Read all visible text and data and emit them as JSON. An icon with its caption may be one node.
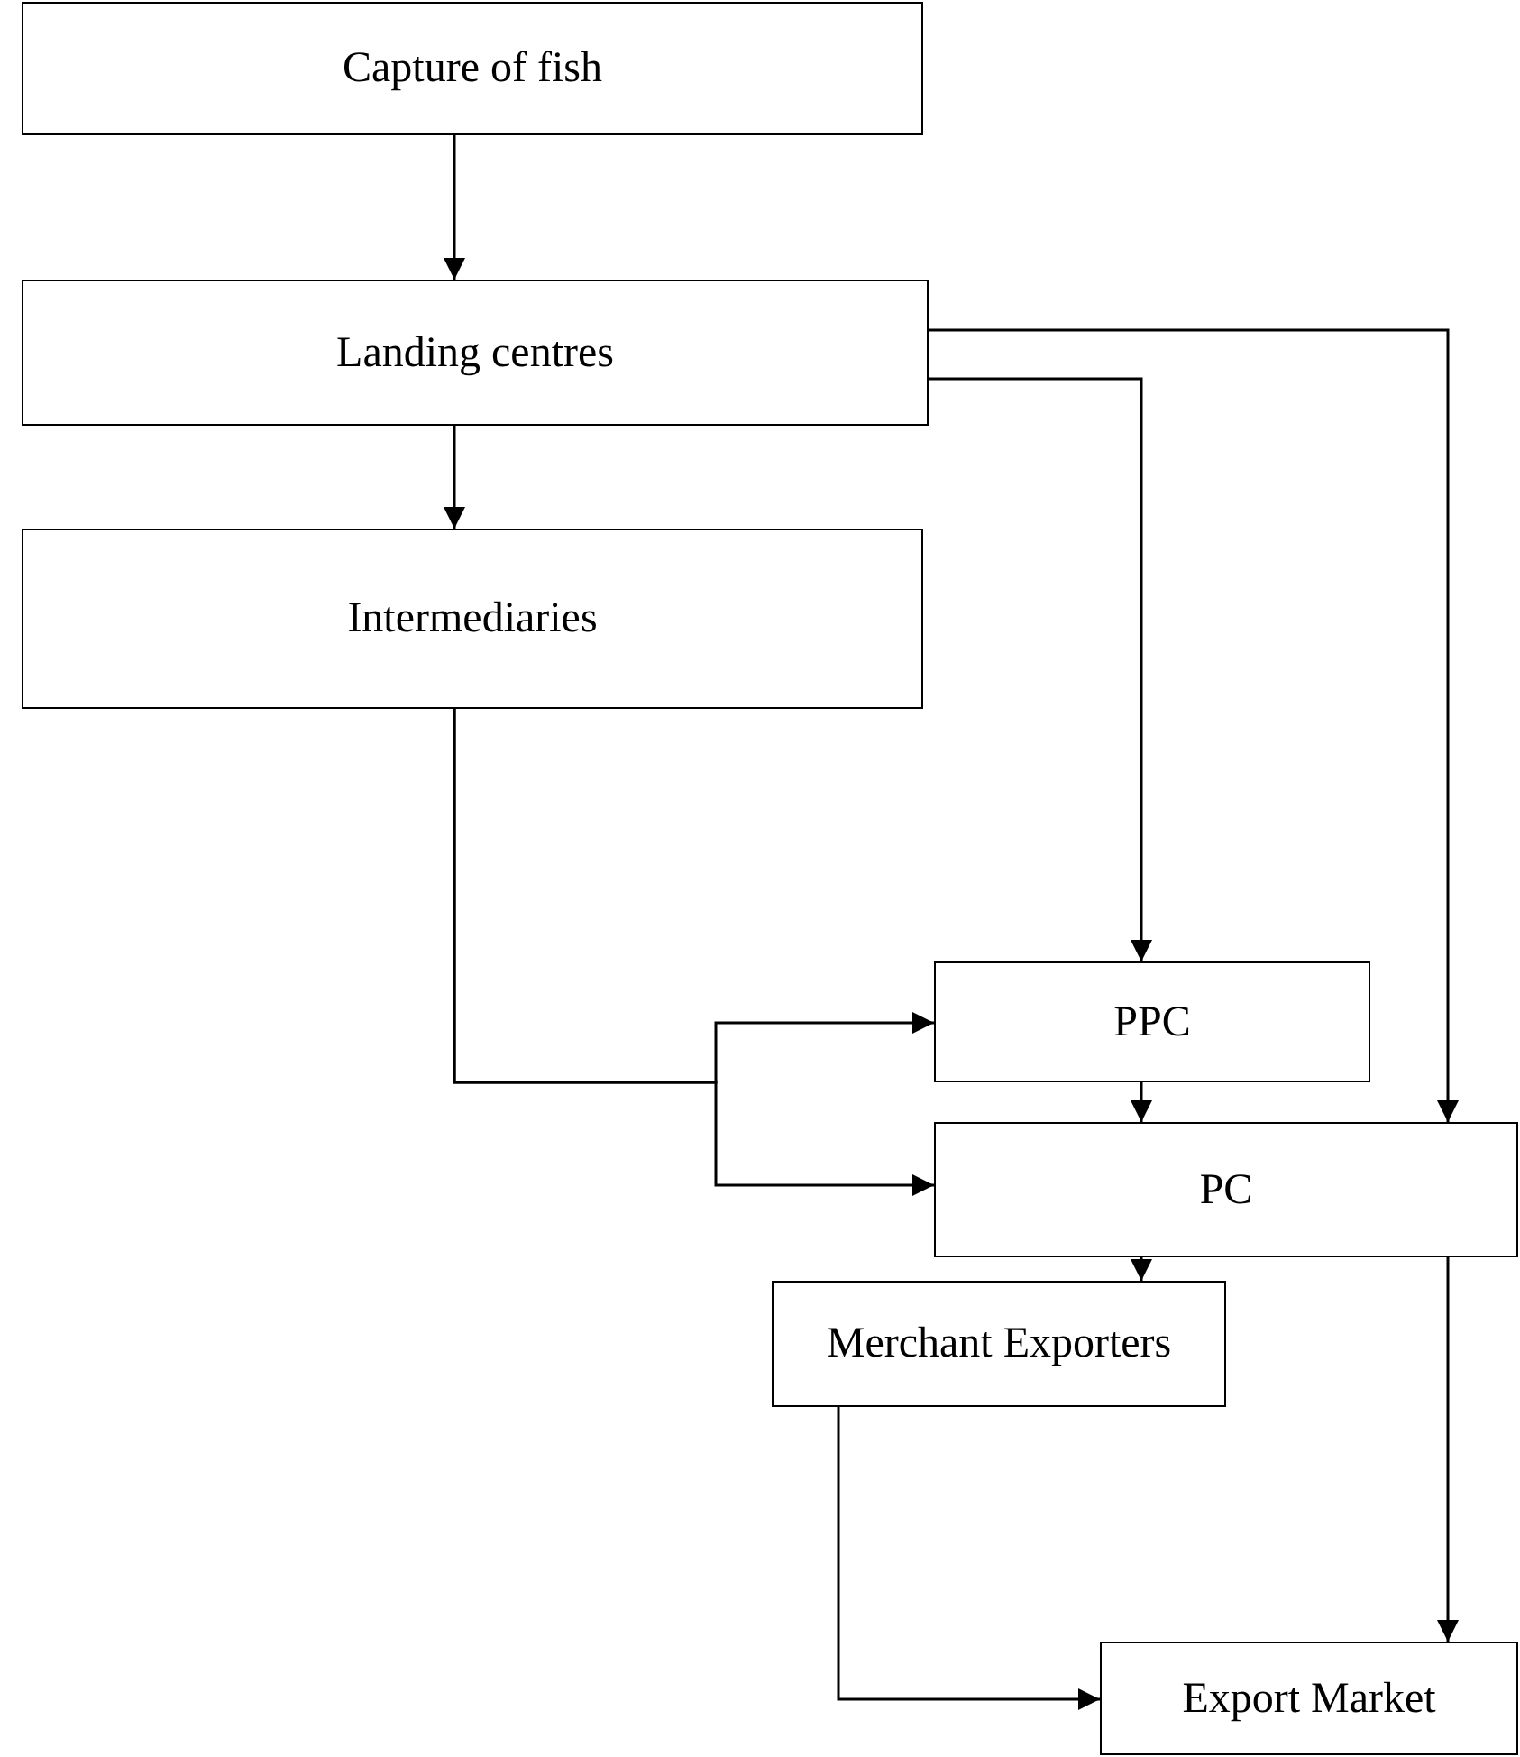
{
  "diagram": {
    "nodes": [
      {
        "text": [
          "Capture of fish"
        ]
      },
      {
        "text": [
          "Landing centres"
        ]
      },
      {
        "text": [
          "Intermediaries"
        ]
      },
      {
        "text": [
          "PPC"
        ]
      },
      {
        "text": [
          "PC"
        ]
      },
      {
        "text": [
          "Merchant Exporters"
        ]
      },
      {
        "text": [
          "Export Market"
        ]
      }
    ],
    "edges": [
      {
        "from": 0,
        "to": 1,
        "arrow": "to"
      },
      {
        "from": 1,
        "to": 2,
        "arrow": "to"
      },
      {
        "from": 1,
        "to": 3,
        "arrow": "to"
      },
      {
        "from": 1,
        "to": 4,
        "arrow": "to"
      },
      {
        "from": 2,
        "to": 3,
        "arrow": "to"
      },
      {
        "from": 2,
        "to": 4,
        "arrow": "to"
      },
      {
        "from": 3,
        "to": 4,
        "arrow": "to"
      },
      {
        "from": 4,
        "to": 5,
        "arrow": "to"
      },
      {
        "from": 4,
        "to": 6,
        "arrow": "to"
      },
      {
        "from": 5,
        "to": 6,
        "arrow": "to"
      }
    ]
  }
}
